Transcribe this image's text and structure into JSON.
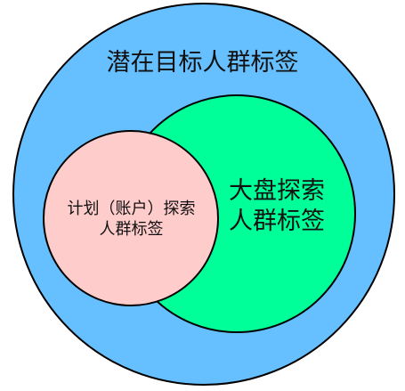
{
  "diagram": {
    "outer": {
      "label": "潜在目标人群标签",
      "fill": "#66bfff",
      "stroke": "#000000"
    },
    "middle": {
      "label_line1": "大盘探索",
      "label_line2": "人群标签",
      "fill": "#00ff99",
      "stroke": "#000000"
    },
    "inner": {
      "label_line1": "计划（账户）探索",
      "label_line2": "人群标签",
      "fill": "#ffcccc",
      "stroke": "#000000"
    }
  }
}
